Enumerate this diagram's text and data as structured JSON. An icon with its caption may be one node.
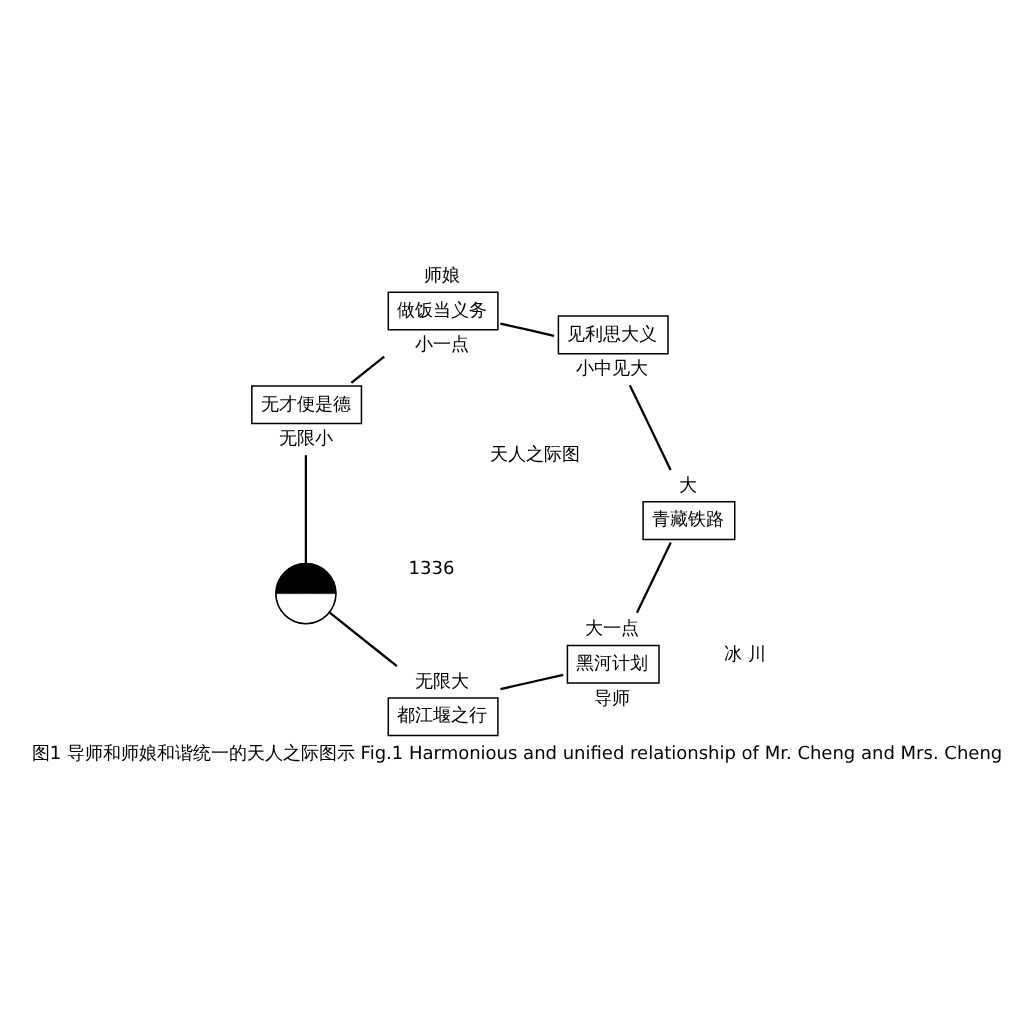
{
  "diagram": {
    "caption": "图1 导师和师娘和谐统一的天人之际图示 Fig.1 Harmonious and unified relationship of Mr. Cheng and Mrs. Cheng",
    "nodes": [
      {
        "text": [
          "黑河计划"
        ],
        "beside": [
          "大一点",
          "导师"
        ]
      },
      {
        "text": [
          "青藏铁路"
        ],
        "beside": [
          "大"
        ]
      },
      {
        "text": [
          "都江堰之行"
        ],
        "beside": [
          "无限大"
        ]
      },
      {
        "text": [],
        "shape": "circle"
      },
      {
        "text": [
          "见利思大义"
        ],
        "beside": [
          "小中见大"
        ]
      },
      {
        "text": [
          "无才便是德"
        ],
        "beside": [
          "无限小"
        ]
      },
      {
        "text": [
          "做饭当义务"
        ],
        "beside": [
          "师娘",
          "小一点"
        ]
      }
    ],
    "edges": [
      {
        "from": 0,
        "to": 2,
        "arrow": "none"
      },
      {
        "from": 2,
        "to": 3,
        "arrow": "none"
      },
      {
        "from": 3,
        "to": 5,
        "arrow": "none"
      },
      {
        "from": 5,
        "to": 6,
        "arrow": "none"
      },
      {
        "from": 6,
        "to": 4,
        "arrow": "none"
      },
      {
        "from": 4,
        "to": 1,
        "arrow": "none"
      },
      {
        "from": 1,
        "to": 0,
        "arrow": "none"
      }
    ],
    "labels": [
      "1336",
      "冰 川",
      "天人之际图"
    ]
  }
}
